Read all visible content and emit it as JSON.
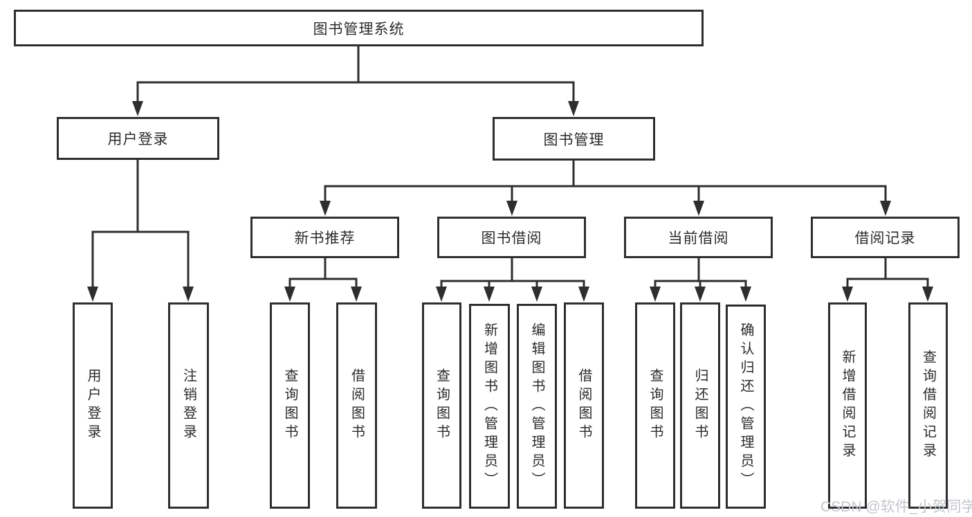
{
  "diagram": {
    "type": "hierarchy-tree",
    "orientation": "top-down",
    "tree": {
      "label": "图书管理系统",
      "children": [
        {
          "label": "用户登录",
          "children": [
            {
              "label": "用户登录"
            },
            {
              "label": "注销登录"
            }
          ]
        },
        {
          "label": "图书管理",
          "children": [
            {
              "label": "新书推荐",
              "children": [
                {
                  "label": "查询图书"
                },
                {
                  "label": "借阅图书"
                }
              ]
            },
            {
              "label": "图书借阅",
              "children": [
                {
                  "label": "查询图书"
                },
                {
                  "label": "新增图书（管理员）"
                },
                {
                  "label": "编辑图书（管理员）"
                },
                {
                  "label": "借阅图书"
                }
              ]
            },
            {
              "label": "当前借阅",
              "children": [
                {
                  "label": "查询图书"
                },
                {
                  "label": "归还图书"
                },
                {
                  "label": "确认归还（管理员）"
                }
              ]
            },
            {
              "label": "借阅记录",
              "children": [
                {
                  "label": "新增借阅记录"
                },
                {
                  "label": "查询借阅记录"
                }
              ]
            }
          ]
        }
      ]
    },
    "colors": {
      "line": "#2e2e2e",
      "box_border": "#2e2e2e",
      "box_fill": "#ffffff",
      "text": "#2b2b2b",
      "background": "#ffffff",
      "watermark": "#c3c6cc"
    }
  },
  "watermark": {
    "text": "CSDN @软件_小贺同学"
  }
}
